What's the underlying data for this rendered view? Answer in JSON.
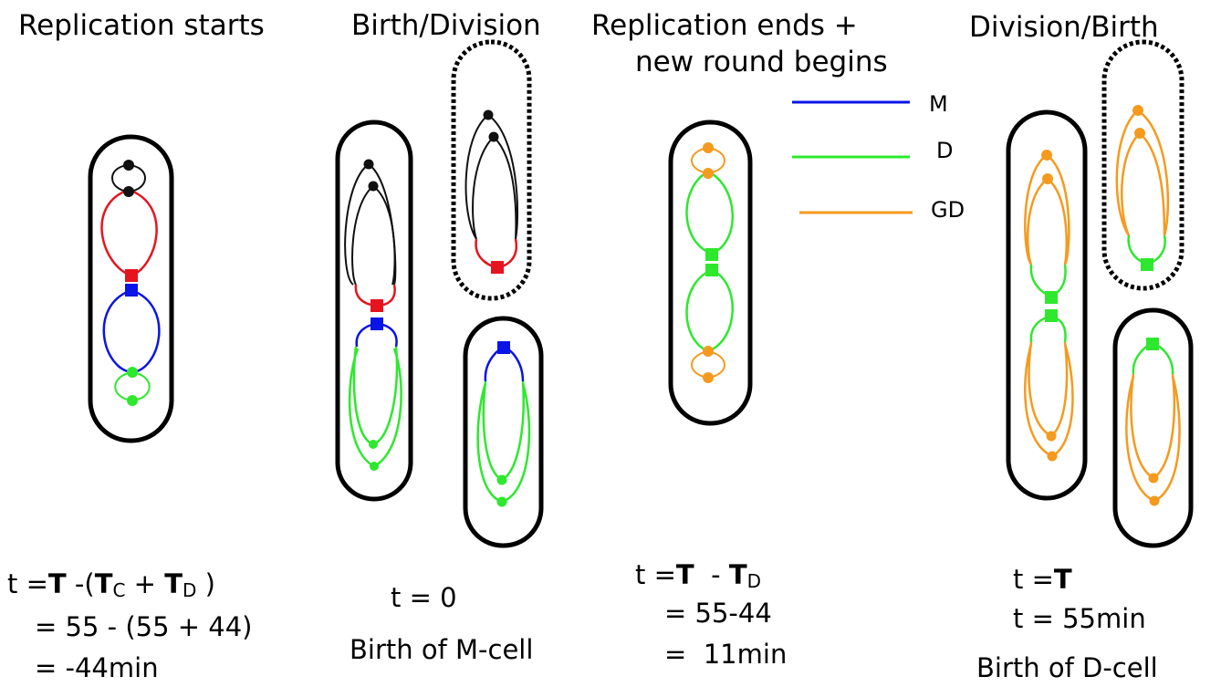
{
  "headings": {
    "stage1": "Replication starts",
    "stage2": "Birth/Division",
    "stage3_line1": "Replication ends +",
    "stage3_line2": "new round begins",
    "stage4": "Division/Birth"
  },
  "legend": {
    "m_label": "M",
    "d_label": "D",
    "gd_label": "GD"
  },
  "colors": {
    "m": "#0a14e6",
    "d": "#2ee82e",
    "gd": "#f59a1e",
    "red": "#e6141e",
    "dark": "#111111",
    "outline": "#000000"
  },
  "formulas": {
    "stage1": {
      "line1_prefix": "t =",
      "T": "T",
      "minus_open": " -(",
      "T2": "T",
      "C": "C",
      "plus": " + ",
      "T3": "T",
      "D": "D",
      "close": " )",
      "line2": "= 55 - (55 + 44)",
      "line3": "= -44min"
    },
    "stage2": {
      "line1": "t = 0",
      "line2": "Birth of M-cell"
    },
    "stage3": {
      "line1_prefix": "t =",
      "T": "T",
      "minus": "  - ",
      "T2": "T",
      "D": "D",
      "line2": "= 55-44",
      "line3": "=  11min"
    },
    "stage4": {
      "line1_prefix": "t =",
      "T": "T",
      "line2": "t = 55min",
      "line3": "Birth of D-cell"
    }
  }
}
